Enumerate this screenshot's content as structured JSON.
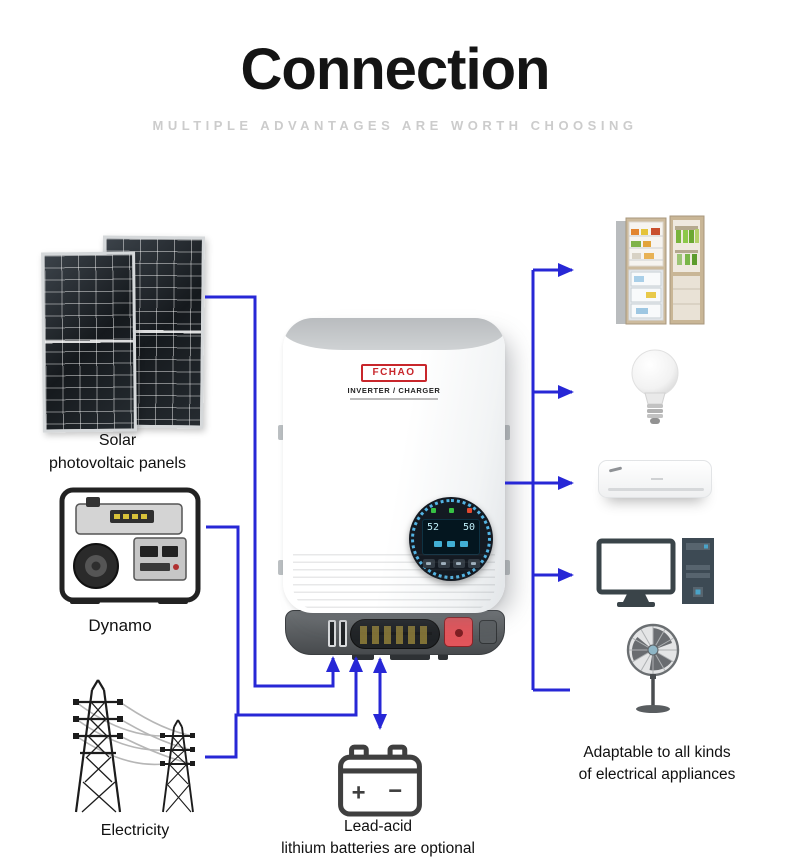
{
  "header": {
    "title": "Connection",
    "subtitle": "MULTIPLE ADVANTAGES ARE WORTH CHOOSING"
  },
  "colors": {
    "connector_blue": "#2727d6",
    "brand_red": "#c8262b"
  },
  "sources": {
    "solar": {
      "label": "Solar\nphotovoltaic panels",
      "icon": "solar-panel-icon"
    },
    "dynamo": {
      "label": "Dynamo",
      "icon": "generator-icon"
    },
    "electricity": {
      "label": "Electricity",
      "icon": "transmission-tower-icon"
    }
  },
  "inverter": {
    "brand": "FCHAO",
    "product": "INVERTER / CHARGER",
    "display": {
      "left_value": "52",
      "right_value": "50"
    }
  },
  "battery": {
    "label": "Lead-acid\nlithium batteries are optional",
    "plus_sign": "+",
    "minus_sign": "−",
    "icon": "battery-icon"
  },
  "note": {
    "label": "Adaptable to all kinds\nof electrical appliances"
  },
  "appliances": [
    {
      "icon": "refrigerator-icon"
    },
    {
      "icon": "light-bulb-icon"
    },
    {
      "icon": "air-conditioner-icon"
    },
    {
      "icon": "computer-icon"
    },
    {
      "icon": "pedestal-fan-icon"
    }
  ]
}
